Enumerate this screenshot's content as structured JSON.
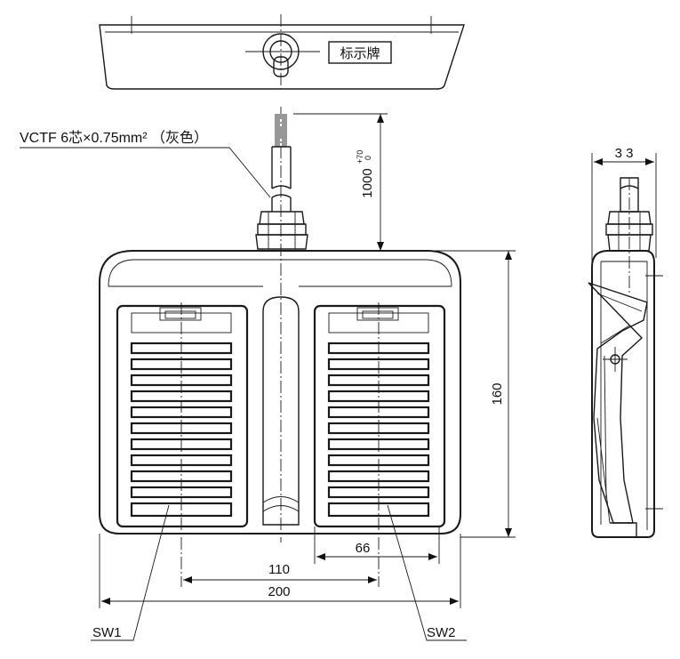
{
  "cable_label": "VCTF 6芯×0.75mm² （灰色）",
  "nameplate": "标示牌",
  "dim_cable_length": "1000",
  "dim_cable_tol_upper": "+70",
  "dim_cable_tol_lower": "0",
  "dim_height": "160",
  "dim_side_width": "3 3",
  "dim_pedal_width": "66",
  "dim_center_distance": "110",
  "dim_total_width": "200",
  "switch_left": "SW1",
  "switch_right": "SW2"
}
